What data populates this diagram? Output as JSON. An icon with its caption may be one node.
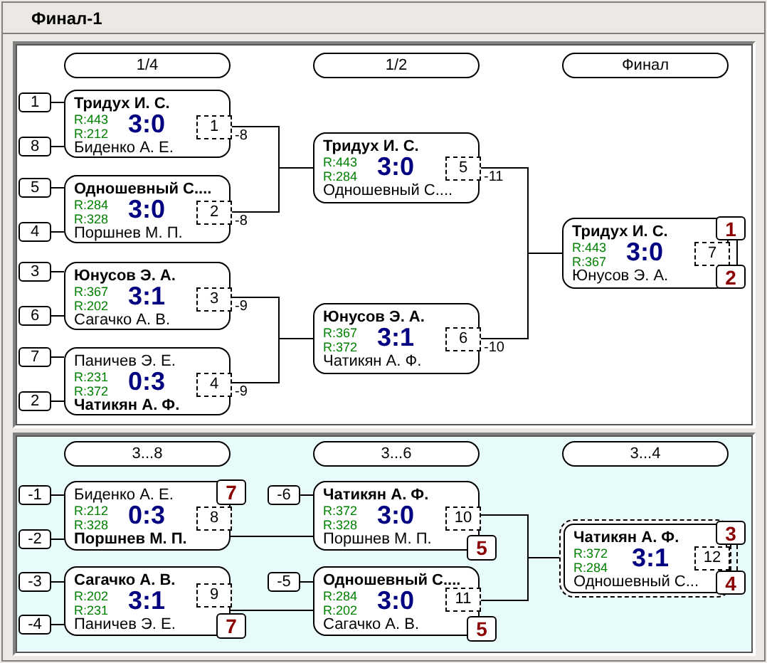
{
  "diagram": {
    "title": "Финал-1",
    "nodes": [
      {
        "text": [
          "1/4"
        ]
      },
      {
        "text": [
          "1/2"
        ]
      },
      {
        "text": [
          "Финал"
        ]
      },
      {
        "text": [
          "1"
        ]
      },
      {
        "text": [
          "8"
        ]
      },
      {
        "text": [
          "Тридух И. С.",
          "R:443",
          "3:0",
          "R:212",
          "Биденко А. Е."
        ]
      },
      {
        "text": [
          "1"
        ],
        "in": 5
      },
      {
        "text": [
          "5"
        ]
      },
      {
        "text": [
          "4"
        ]
      },
      {
        "text": [
          "Одношевный С....",
          "R:284",
          "3:0",
          "R:328",
          "Поршнев М. П."
        ]
      },
      {
        "text": [
          "2"
        ],
        "in": 9
      },
      {
        "text": [
          "3"
        ]
      },
      {
        "text": [
          "6"
        ]
      },
      {
        "text": [
          "Юнусов Э. А.",
          "R:367",
          "3:1",
          "R:202",
          "Сагачко А. В."
        ]
      },
      {
        "text": [
          "3"
        ],
        "in": 13
      },
      {
        "text": [
          "7"
        ]
      },
      {
        "text": [
          "2"
        ]
      },
      {
        "text": [
          "Паничев Э. Е.",
          "R:231",
          "0:3",
          "R:372",
          "Чатикян А. Ф."
        ]
      },
      {
        "text": [
          "4"
        ],
        "in": 17
      },
      {
        "text": [
          "Тридух И. С.",
          "R:443",
          "3:0",
          "R:284",
          "Одношевный С...."
        ]
      },
      {
        "text": [
          "5"
        ],
        "in": 19
      },
      {
        "text": [
          "Юнусов Э. А.",
          "R:367",
          "3:1",
          "R:372",
          "Чатикян А. Ф."
        ]
      },
      {
        "text": [
          "6"
        ],
        "in": 21
      },
      {
        "text": [
          "Тридух И. С.",
          "R:443",
          "3:0",
          "R:367",
          "Юнусов Э. А."
        ]
      },
      {
        "text": [
          "7"
        ],
        "in": 23
      },
      {
        "text": [
          "1"
        ]
      },
      {
        "text": [
          "2"
        ]
      },
      {
        "text": [
          "3...8"
        ]
      },
      {
        "text": [
          "3...6"
        ]
      },
      {
        "text": [
          "3...4"
        ]
      },
      {
        "text": [
          "-1"
        ]
      },
      {
        "text": [
          "-2"
        ]
      },
      {
        "text": [
          "Биденко А. Е.",
          "R:212",
          "0:3",
          "R:328",
          "Поршнев М. П."
        ]
      },
      {
        "text": [
          "8"
        ],
        "in": 32
      },
      {
        "text": [
          "7"
        ]
      },
      {
        "text": [
          "-3"
        ]
      },
      {
        "text": [
          "-4"
        ]
      },
      {
        "text": [
          "Сагачко А. В.",
          "R:202",
          "3:1",
          "R:231",
          "Паничев Э. Е."
        ]
      },
      {
        "text": [
          "9"
        ],
        "in": 37
      },
      {
        "text": [
          "7"
        ]
      },
      {
        "text": [
          "-6"
        ]
      },
      {
        "text": [
          "Чатикян А. Ф.",
          "R:372",
          "3:0",
          "R:328",
          "Поршнев М. П."
        ]
      },
      {
        "text": [
          "10"
        ],
        "in": 41
      },
      {
        "text": [
          "5"
        ]
      },
      {
        "text": [
          "-5"
        ]
      },
      {
        "text": [
          "Одношевный С....",
          "R:284",
          "3:0",
          "R:202",
          "Сагачко А. В."
        ]
      },
      {
        "text": [
          "11"
        ],
        "in": 45
      },
      {
        "text": [
          "5"
        ]
      },
      {
        "text": [
          "Чатикян А. Ф.",
          "R:372",
          "3:1",
          "R:284",
          "Одношевный С..."
        ]
      },
      {
        "text": [
          "12"
        ],
        "in": 48
      },
      {
        "text": [
          "3"
        ]
      },
      {
        "text": [
          "4"
        ]
      }
    ],
    "edges": [
      {
        "from": 3,
        "to": 5,
        "arrow": "none"
      },
      {
        "from": 4,
        "to": 5,
        "arrow": "none"
      },
      {
        "from": 7,
        "to": 9,
        "arrow": "none"
      },
      {
        "from": 8,
        "to": 9,
        "arrow": "none"
      },
      {
        "from": 11,
        "to": 13,
        "arrow": "none"
      },
      {
        "from": 12,
        "to": 13,
        "arrow": "none"
      },
      {
        "from": 15,
        "to": 17,
        "arrow": "none"
      },
      {
        "from": 16,
        "to": 17,
        "arrow": "none"
      },
      {
        "from": 5,
        "to": 19,
        "arrow": "none",
        "label": "-8"
      },
      {
        "from": 9,
        "to": 19,
        "arrow": "none",
        "label": "-8"
      },
      {
        "from": 13,
        "to": 21,
        "arrow": "none",
        "label": "-9"
      },
      {
        "from": 17,
        "to": 21,
        "arrow": "none",
        "label": "-9"
      },
      {
        "from": 19,
        "to": 23,
        "arrow": "none",
        "label": "-11"
      },
      {
        "from": 21,
        "to": 23,
        "arrow": "none",
        "label": "-10"
      },
      {
        "from": 25,
        "to": 26,
        "arrow": "none"
      },
      {
        "from": 30,
        "to": 32,
        "arrow": "none"
      },
      {
        "from": 31,
        "to": 32,
        "arrow": "none"
      },
      {
        "from": 35,
        "to": 37,
        "arrow": "none"
      },
      {
        "from": 36,
        "to": 37,
        "arrow": "none"
      },
      {
        "from": 40,
        "to": 41,
        "arrow": "none"
      },
      {
        "from": 32,
        "to": 41,
        "arrow": "none"
      },
      {
        "from": 44,
        "to": 45,
        "arrow": "none"
      },
      {
        "from": 37,
        "to": 45,
        "arrow": "none"
      },
      {
        "from": 41,
        "to": 48,
        "arrow": "none"
      },
      {
        "from": 45,
        "to": 48,
        "arrow": "none"
      },
      {
        "from": 50,
        "to": 51,
        "arrow": "none",
        "style": "dashed"
      }
    ]
  }
}
